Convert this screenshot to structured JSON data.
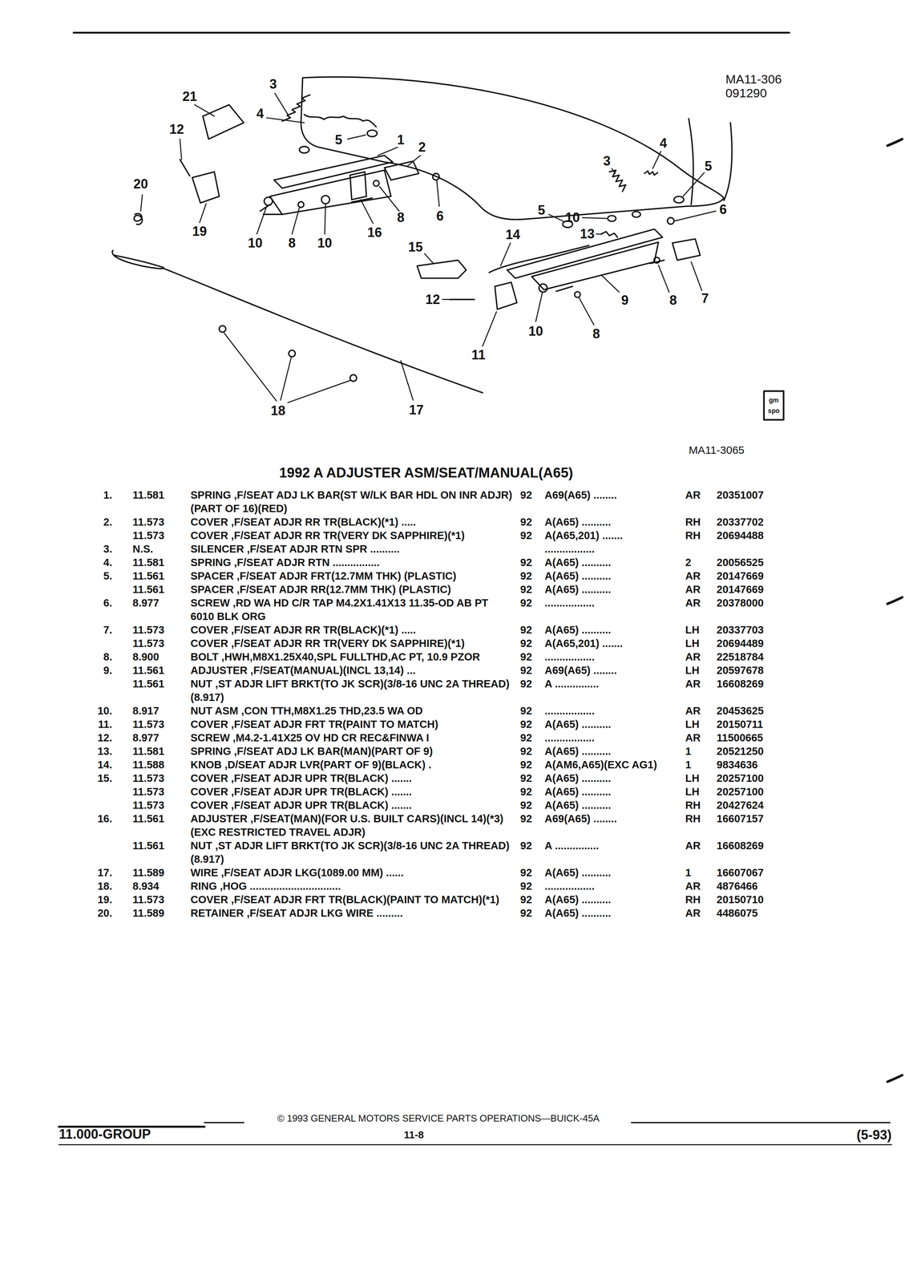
{
  "diagram": {
    "title": "1992 A ADJUSTER ASM/SEAT/MANUAL(A65)",
    "labels": [
      "MA11-306",
      "091290",
      "21",
      "3",
      "4",
      "12",
      "5",
      "1",
      "2",
      "20",
      "19",
      "10",
      "8",
      "10",
      "16",
      "8",
      "6",
      "5",
      "10",
      "13",
      "3",
      "4",
      "5",
      "6",
      "15",
      "14",
      "12",
      "9",
      "8",
      "7",
      "10",
      "8",
      "11",
      "18",
      "17",
      "MA11-3065",
      "gm",
      "spo",
      "1.",
      "11.581",
      "SPRING ,F/SEAT ADJ LK BAR(ST W/LK BAR HDL ON INR ADJR)(PART OF 16)(RED)",
      "92",
      "A69(A65) ........",
      "AR",
      "20351007",
      "2.",
      "11.573",
      "COVER ,F/SEAT ADJR RR TR(BLACK)(*1) .....",
      "92",
      "A(A65) ..........",
      "RH",
      "20337702",
      "11.573",
      "COVER ,F/SEAT ADJR RR TR(VERY DK SAPPHIRE)(*1)",
      "92",
      "A(A65,201) .......",
      "RH",
      "20694488",
      "3.",
      "N.S.",
      "SILENCER ,F/SEAT ADJR RTN SPR ..........",
      ".................",
      "4.",
      "11.581",
      "SPRING ,F/SEAT ADJR RTN ................",
      "92",
      "A(A65) ..........",
      "2",
      "20056525",
      "5.",
      "11.561",
      "SPACER ,F/SEAT ADJR FRT(12.7MM THK) (PLASTIC)",
      "92",
      "A(A65) ..........",
      "AR",
      "20147669",
      "11.561",
      "SPACER ,F/SEAT ADJR RR(12.7MM THK) (PLASTIC)",
      "92",
      "A(A65) ..........",
      "AR",
      "20147669",
      "6.",
      "8.977",
      "SCREW ,RD WA HD C/R TAP M4.2X1.41X13 11.35-OD AB PT 6010 BLK ORG",
      "92",
      ".................",
      "AR",
      "20378000",
      "7.",
      "11.573",
      "COVER ,F/SEAT ADJR RR TR(BLACK)(*1) .....",
      "92",
      "A(A65) ..........",
      "LH",
      "20337703",
      "11.573",
      "COVER ,F/SEAT ADJR RR TR(VERY DK SAPPHIRE)(*1)",
      "92",
      "A(A65,201) .......",
      "LH",
      "20694489",
      "8.",
      "8.900",
      "BOLT ,HWH,M8X1.25X40,SPL FULLTHD,AC PT, 10.9 PZOR",
      "92",
      ".................",
      "AR",
      "22518784",
      "9.",
      "11.561",
      "ADJUSTER ,F/SEAT(MANUAL)(INCL 13,14) ...",
      "92",
      "A69(A65) ........",
      "LH",
      "20597678",
      "11.561",
      "NUT ,ST ADJR LIFT BRKT(TO JK SCR)(3/8-16 UNC 2A THREAD)(8.917)",
      "92",
      "A ...............",
      "AR",
      "16608269",
      "10.",
      "8.917",
      "NUT ASM ,CON TTH,M8X1.25 THD,23.5 WA OD",
      "92",
      ".................",
      "AR",
      "20453625",
      "11.",
      "11.573",
      "COVER ,F/SEAT ADJR FRT TR(PAINT TO MATCH)",
      "92",
      "A(A65) ..........",
      "LH",
      "20150711",
      "12.",
      "8.977",
      "SCREW ,M4.2-1.41X25 OV HD CR REC&FINWA I",
      "92",
      ".................",
      "AR",
      "11500665",
      "13.",
      "11.581",
      "SPRING ,F/SEAT ADJ LK BAR(MAN)(PART OF 9)",
      "92",
      "A(A65) ..........",
      "1",
      "20521250",
      "14.",
      "11.588",
      "KNOB ,D/SEAT ADJR LVR(PART OF 9)(BLACK) .",
      "92",
      "A(AM6,A65)(EXC AG1)",
      "1",
      "9834636",
      "15.",
      "11.573",
      "COVER ,F/SEAT ADJR UPR TR(BLACK) .......",
      "92",
      "A(A65) ..........",
      "LH",
      "20257100",
      "11.573",
      "COVER ,F/SEAT ADJR UPR TR(BLACK) .......",
      "92",
      "A(A65) ..........",
      "LH",
      "20257100",
      "11.573",
      "COVER ,F/SEAT ADJR UPR TR(BLACK) .......",
      "92",
      "A(A65) ..........",
      "RH",
      "20427624",
      "16.",
      "11.561",
      "ADJUSTER ,F/SEAT(MAN)(FOR U.S. BUILT CARS)(INCL 14)(*3) (EXC RESTRICTED TRAVEL ADJR)",
      "92",
      "A69(A65) ........",
      "RH",
      "16607157",
      "11.561",
      "NUT ,ST ADJR LIFT BRKT(TO JK SCR)(3/8-16 UNC 2A THREAD)(8.917)",
      "92",
      "A ...............",
      "AR",
      "16608269",
      "17.",
      "11.589",
      "WIRE ,F/SEAT ADJR LKG(1089.00 MM) ......",
      "92",
      "A(A65) ..........",
      "1",
      "16607067",
      "18.",
      "8.934",
      "RING ,HOG ...............................",
      "92",
      ".................",
      "AR",
      "4876466",
      "19.",
      "11.573",
      "COVER ,F/SEAT ADJR FRT TR(BLACK)(PAINT TO MATCH)(*1)",
      "92",
      "A(A65) ..........",
      "RH",
      "20150710",
      "20.",
      "11.589",
      "RETAINER ,F/SEAT ADJR LKG WIRE .........",
      "92",
      "A(A65) ..........",
      "AR",
      "4486075",
      "11.000-GROUP",
      "© 1993 GENERAL MOTORS SERVICE PARTS OPERATIONS—BUICK-45A",
      "11-8",
      "(5-93)"
    ]
  }
}
